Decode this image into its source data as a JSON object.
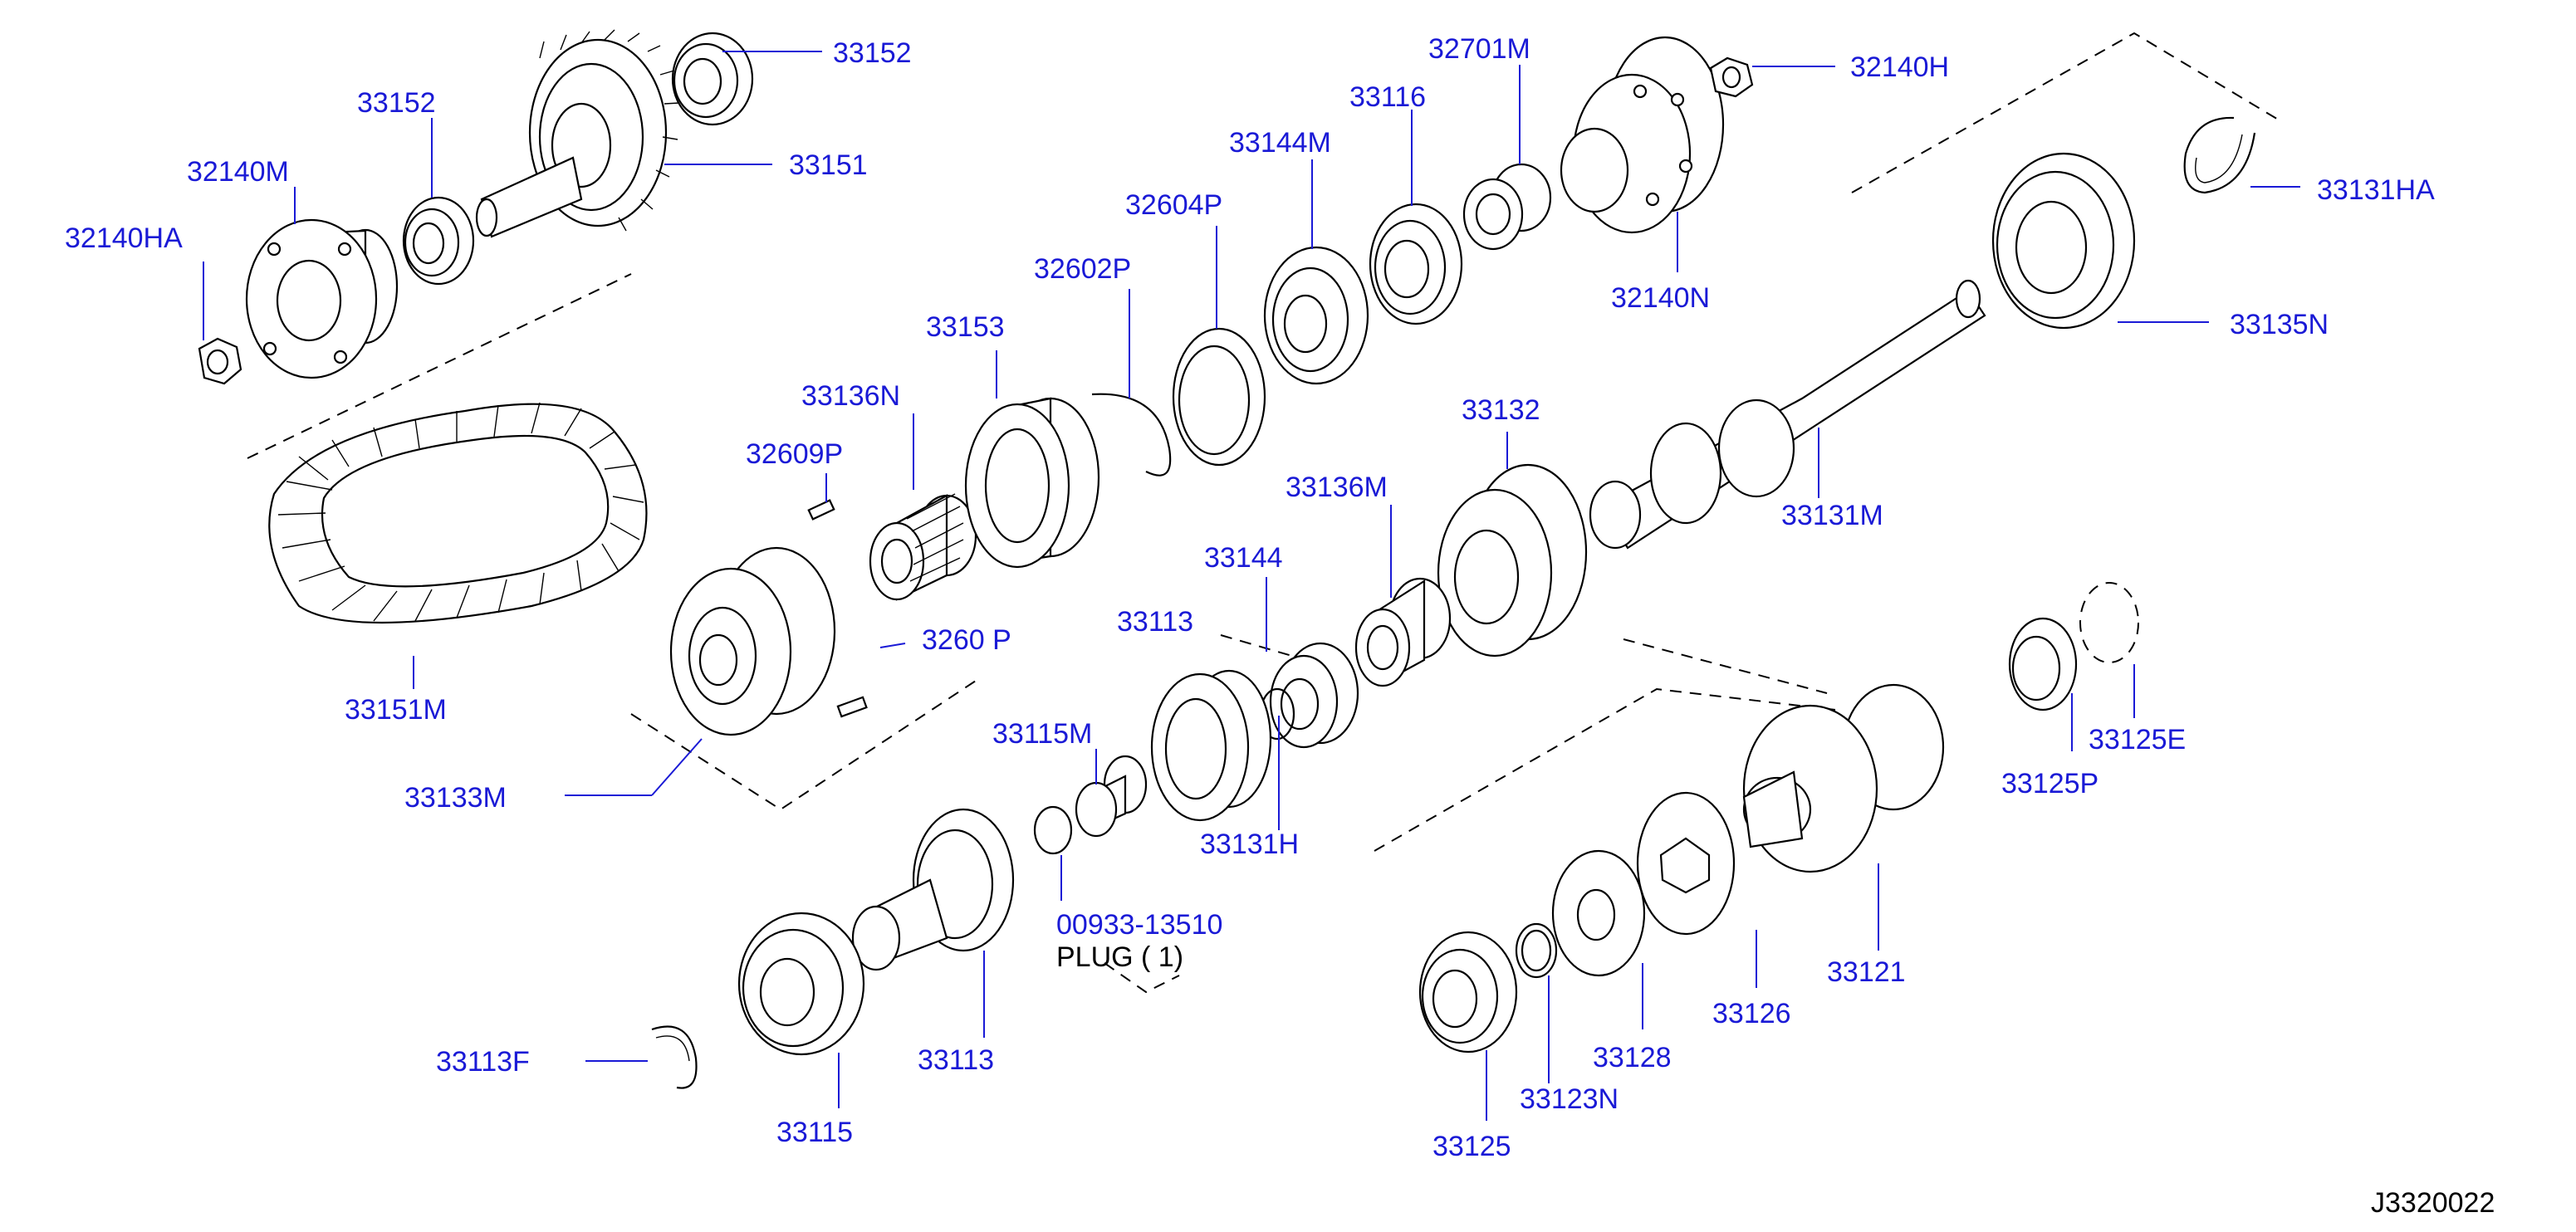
{
  "diagram": {
    "id_code": "J3320022",
    "colors": {
      "label": "#1a1ad6",
      "line": "#000000",
      "background": "#ffffff"
    },
    "parts": [
      {
        "key": "p33152_top",
        "number": "33152"
      },
      {
        "key": "p33152_left",
        "number": "33152"
      },
      {
        "key": "p33151",
        "number": "33151"
      },
      {
        "key": "p32140M",
        "number": "32140M"
      },
      {
        "key": "p32140HA",
        "number": "32140HA"
      },
      {
        "key": "p32701M",
        "number": "32701M"
      },
      {
        "key": "p32140H",
        "number": "32140H"
      },
      {
        "key": "p33116",
        "number": "33116"
      },
      {
        "key": "p33144M",
        "number": "33144M"
      },
      {
        "key": "p32604P",
        "number": "32604P"
      },
      {
        "key": "p32602P",
        "number": "32602P"
      },
      {
        "key": "p33153",
        "number": "33153"
      },
      {
        "key": "p33136N",
        "number": "33136N"
      },
      {
        "key": "p32609P",
        "number": "32609P"
      },
      {
        "key": "p32140N",
        "number": "32140N"
      },
      {
        "key": "p33131HA",
        "number": "33131HA"
      },
      {
        "key": "p33135N",
        "number": "33135N"
      },
      {
        "key": "p33132",
        "number": "33132"
      },
      {
        "key": "p33131M",
        "number": "33131M"
      },
      {
        "key": "p33136M",
        "number": "33136M"
      },
      {
        "key": "p33144",
        "number": "33144"
      },
      {
        "key": "p33151M",
        "number": "33151M"
      },
      {
        "key": "p33133M",
        "number": "33133M"
      },
      {
        "key": "p33115M",
        "number": "33115M"
      },
      {
        "key": "p33131H",
        "number": "33131H"
      },
      {
        "key": "p33125P",
        "number": "33125P"
      },
      {
        "key": "p33125E",
        "number": "33125E"
      },
      {
        "key": "p00933",
        "number": "00933-13510"
      },
      {
        "key": "p33121",
        "number": "33121"
      },
      {
        "key": "p33126",
        "number": "33126"
      },
      {
        "key": "p33128",
        "number": "33128"
      },
      {
        "key": "p33113F",
        "number": "33113F"
      },
      {
        "key": "p33113",
        "number": "33113"
      },
      {
        "key": "p33115",
        "number": "33115"
      },
      {
        "key": "p33123N",
        "number": "33123N"
      },
      {
        "key": "p33125",
        "number": "33125"
      }
    ],
    "partial_labels": {
      "l_3311x": "33113",
      "l_3260x": "3260 P"
    },
    "plug_note": "PLUG  ( 1)"
  }
}
